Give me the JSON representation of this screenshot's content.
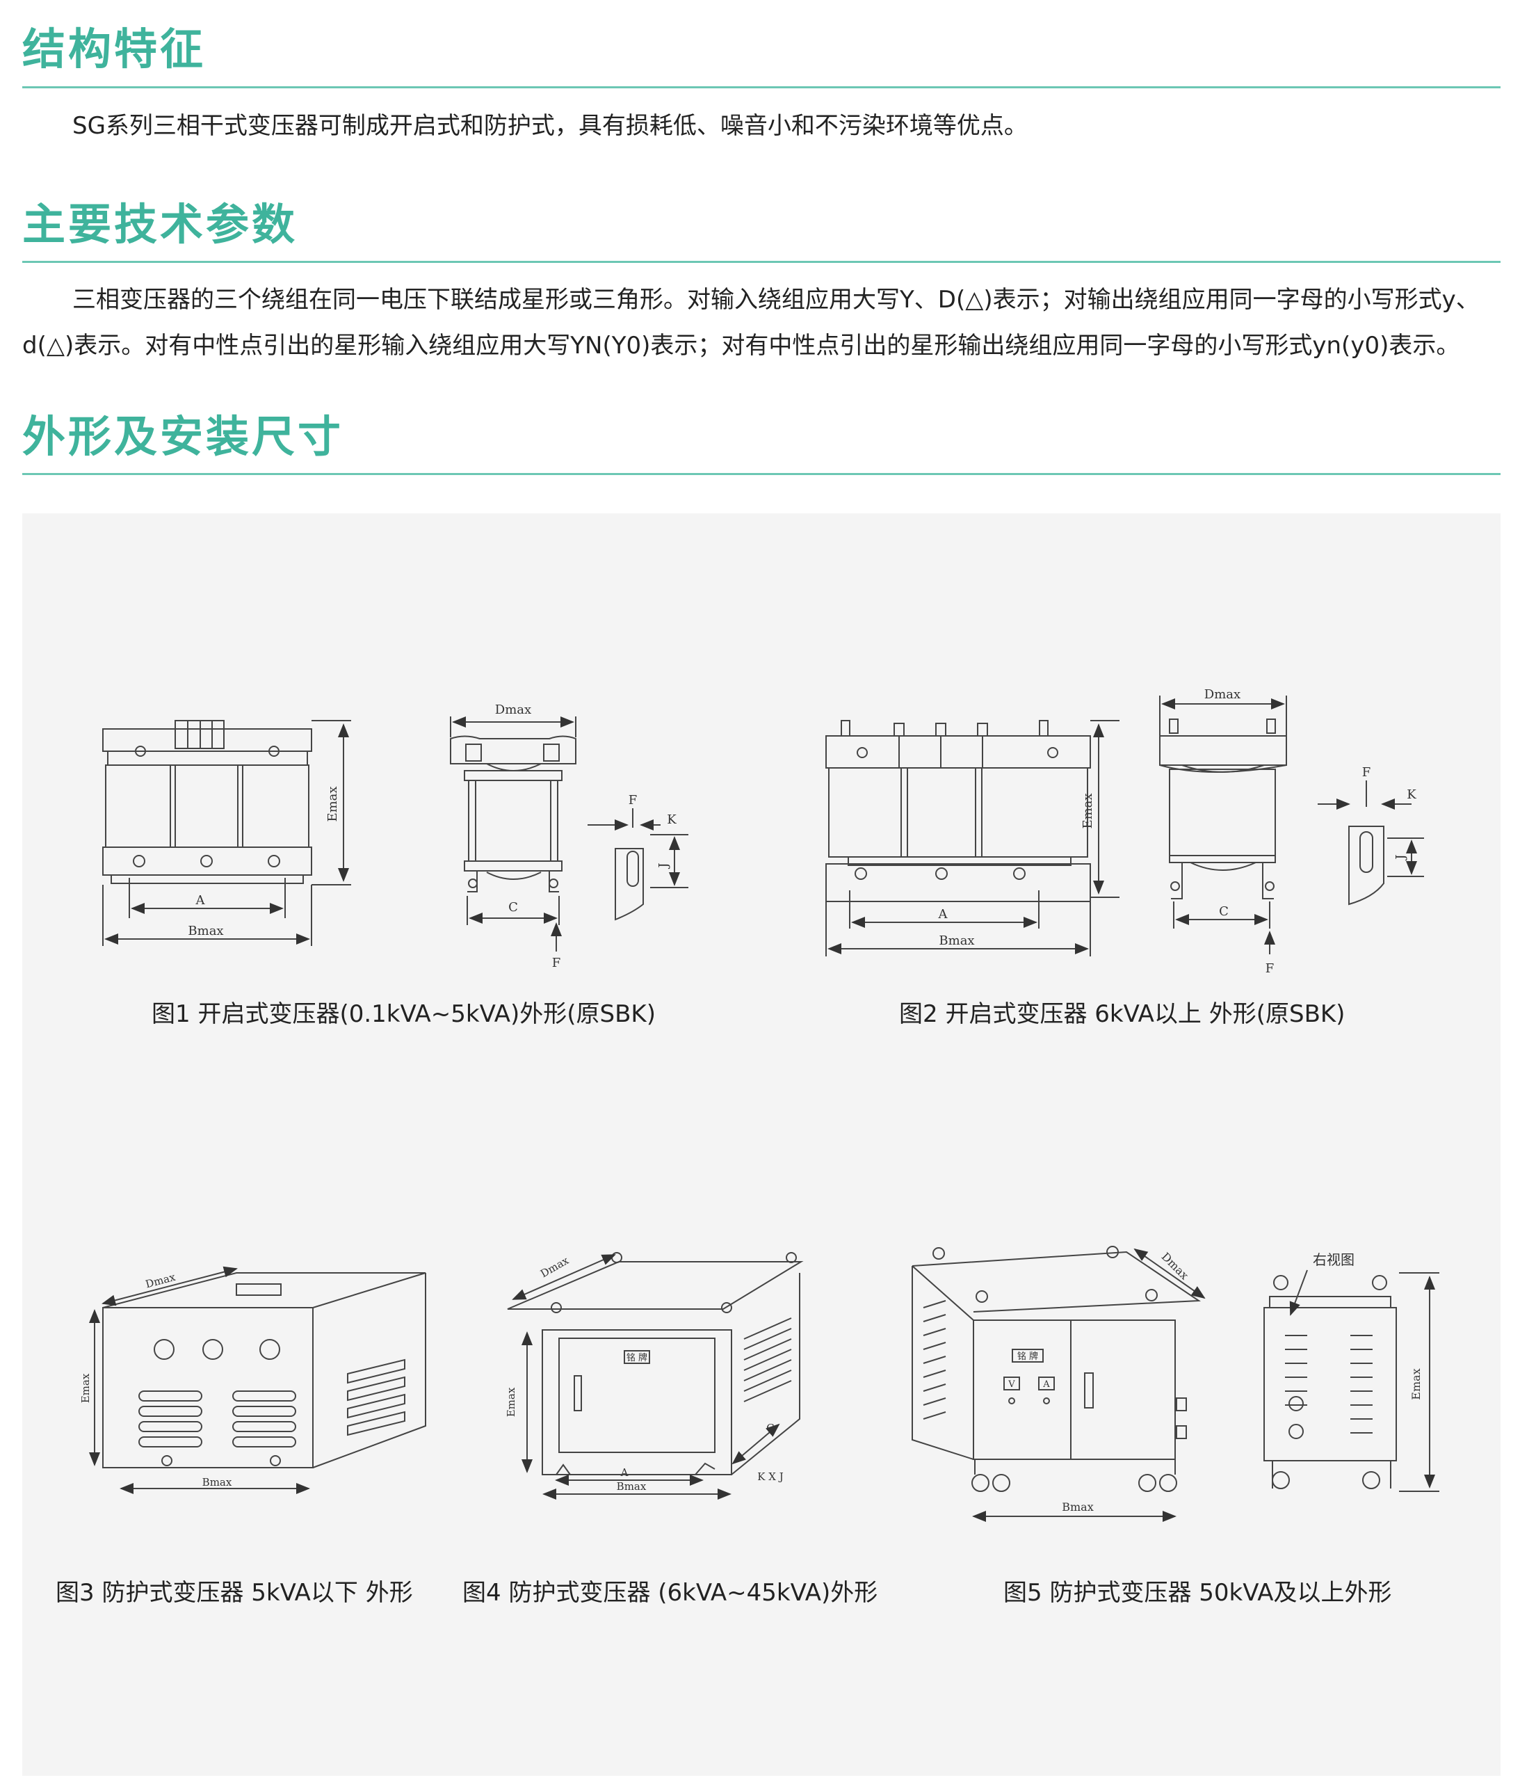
{
  "sections": [
    {
      "title": "结构特征",
      "paragraph": "SG系列三相干式变压器可制成开启式和防护式，具有损耗低、噪音小和不污染环境等优点。"
    },
    {
      "title": "主要技术参数",
      "paragraph": "三相变压器的三个绕组在同一电压下联结成星形或三角形。对输入绕组应用大写Y、D(△)表示；对输出绕组应用同一字母的小写形式y、d(△)表示。对有中性点引出的星形输入绕组应用大写YN(Y0)表示；对有中性点引出的星形输出绕组应用同一字母的小写形式yn(y0)表示。"
    },
    {
      "title": "外形及安装尺寸"
    }
  ],
  "figures": [
    {
      "caption": "图1 开启式变压器(0.1kVA~5kVA)外形(原SBK)"
    },
    {
      "caption": "图2 开启式变压器 6kVA以上 外形(原SBK)"
    },
    {
      "caption": "图3 防护式变压器 5kVA以下 外形"
    },
    {
      "caption": "图4 防护式变压器 (6kVA~45kVA)外形"
    },
    {
      "caption": "图5 防护式变压器 50kVA及以上外形"
    }
  ],
  "drawing_labels": {
    "A": "A",
    "Bmax": "Bmax",
    "C": "C",
    "Dmax": "Dmax",
    "Emax": "Emax",
    "F": "F",
    "K": "K",
    "J": "J",
    "KXJ": "K X J",
    "nameplate": "铭 牌",
    "V": "V",
    "Amp": "A",
    "right_view": "右视图"
  }
}
